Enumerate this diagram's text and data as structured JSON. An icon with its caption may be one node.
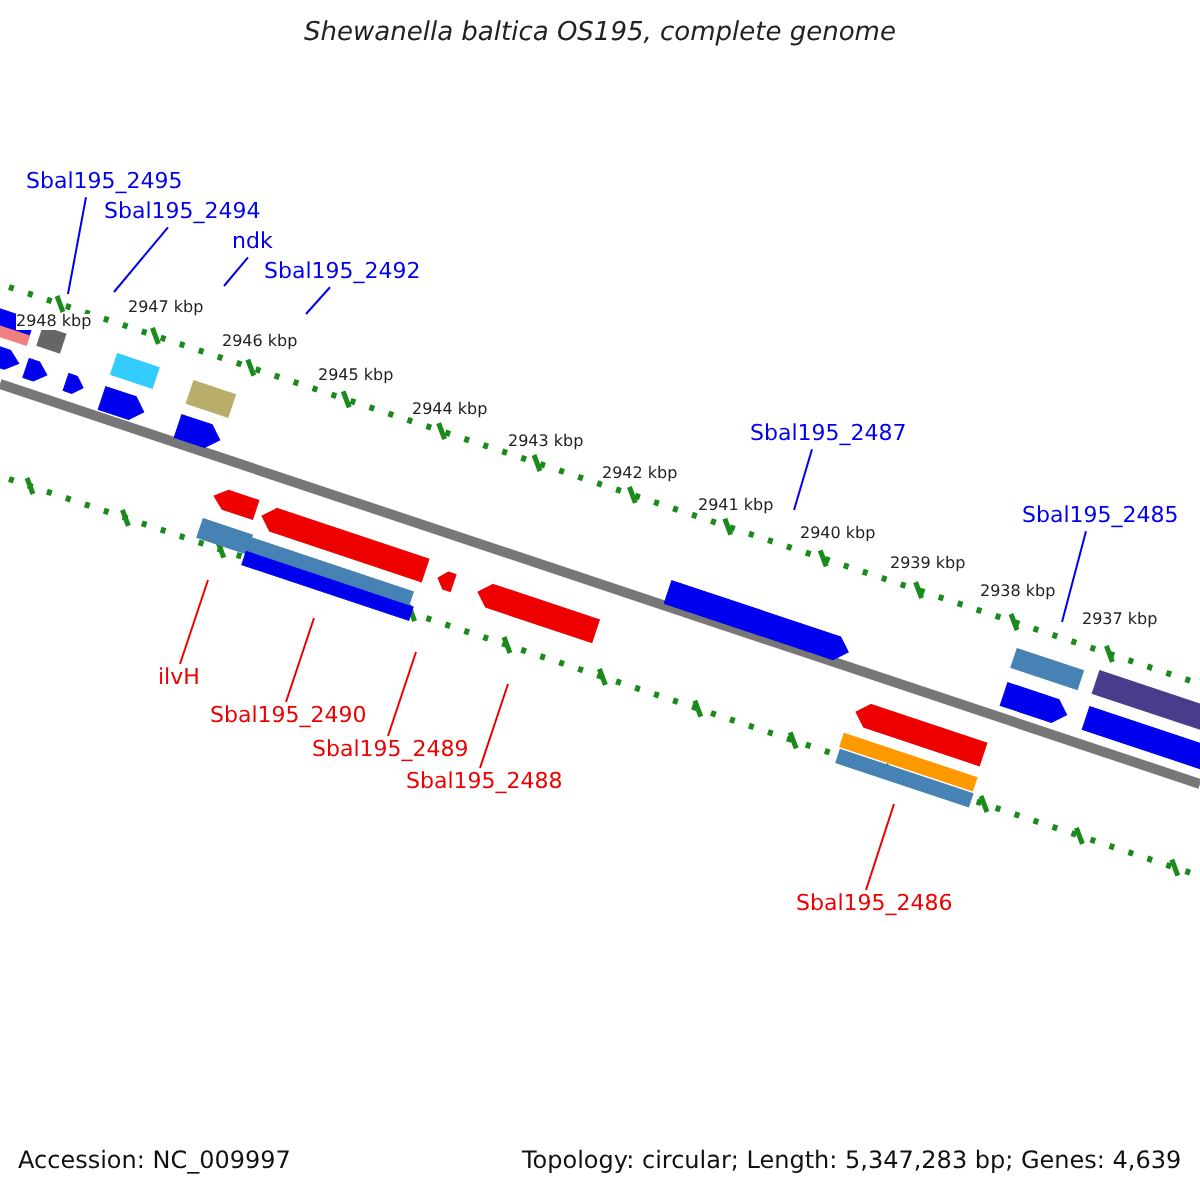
{
  "diagram": {
    "title": "Shewanella baltica OS195, complete genome",
    "nodes": [
      {
        "text": [
          "Sbal195_2495"
        ]
      },
      {
        "text": [
          "Sbal195_2494"
        ]
      },
      {
        "text": [
          "ndk"
        ]
      },
      {
        "text": [
          "Sbal195_2492"
        ]
      },
      {
        "text": [
          "Sbal195_2487"
        ]
      },
      {
        "text": [
          "Sbal195_2485"
        ]
      },
      {
        "text": [
          "ilvH"
        ]
      },
      {
        "text": [
          "Sbal195_2490"
        ]
      },
      {
        "text": [
          "Sbal195_2489"
        ]
      },
      {
        "text": [
          "Sbal195_2488"
        ]
      },
      {
        "text": [
          "Sbal195_2486"
        ]
      }
    ],
    "edges": [
      {
        "from": 0,
        "to": null,
        "arrow": "none"
      },
      {
        "from": 1,
        "to": null,
        "arrow": "none"
      },
      {
        "from": 2,
        "to": null,
        "arrow": "none"
      },
      {
        "from": 3,
        "to": null,
        "arrow": "none"
      },
      {
        "from": 4,
        "to": null,
        "arrow": "none"
      },
      {
        "from": 5,
        "to": null,
        "arrow": "none"
      },
      {
        "from": 6,
        "to": null,
        "arrow": "none",
        "color": "#ee0000"
      },
      {
        "from": 7,
        "to": null,
        "arrow": "none",
        "color": "#ee0000"
      },
      {
        "from": 8,
        "to": null,
        "arrow": "none",
        "color": "#ee0000"
      },
      {
        "from": 9,
        "to": null,
        "arrow": "none",
        "color": "#ee0000"
      },
      {
        "from": 10,
        "to": null,
        "arrow": "none",
        "color": "#ee0000"
      }
    ],
    "labels": [
      "2948 kbp",
      "2947 kbp",
      "2946 kbp",
      "2945 kbp",
      "2944 kbp",
      "2943 kbp",
      "2942 kbp",
      "2941 kbp",
      "2940 kbp",
      "2939 kbp",
      "2938 kbp",
      "2937 kbp",
      "Accession: NC_009997",
      "Topology: circular; Length: 5,347,283 bp; Genes: 4,639"
    ]
  }
}
